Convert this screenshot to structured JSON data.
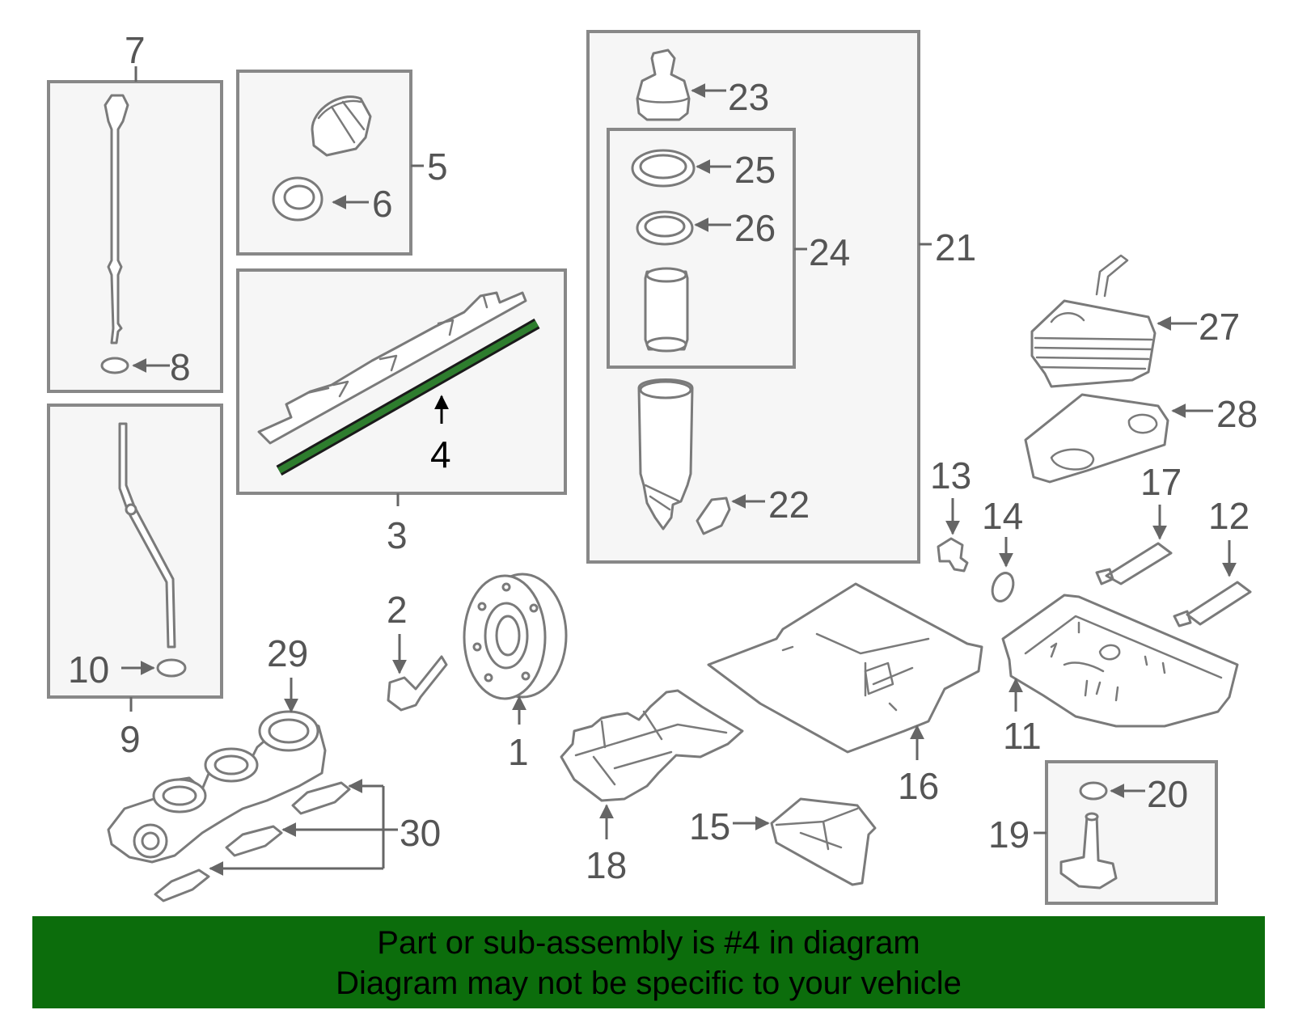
{
  "callouts": {
    "c1": "1",
    "c2": "2",
    "c3": "3",
    "c4": "4",
    "c5": "5",
    "c6": "6",
    "c7": "7",
    "c8": "8",
    "c9": "9",
    "c10": "10",
    "c11": "11",
    "c12": "12",
    "c13": "13",
    "c14": "14",
    "c15": "15",
    "c16": "16",
    "c17": "17",
    "c18": "18",
    "c19": "19",
    "c20": "20",
    "c21": "21",
    "c22": "22",
    "c23": "23",
    "c24": "24",
    "c25": "25",
    "c26": "26",
    "c27": "27",
    "c28": "28",
    "c29": "29",
    "c30": "30"
  },
  "highlighted_part": "4",
  "highlight_color": "#1f6b1f",
  "banner": {
    "line1": "Part or sub-assembly is #4 in diagram",
    "line2": "Diagram may not be specific to your vehicle",
    "background": "#0c6d0c"
  }
}
